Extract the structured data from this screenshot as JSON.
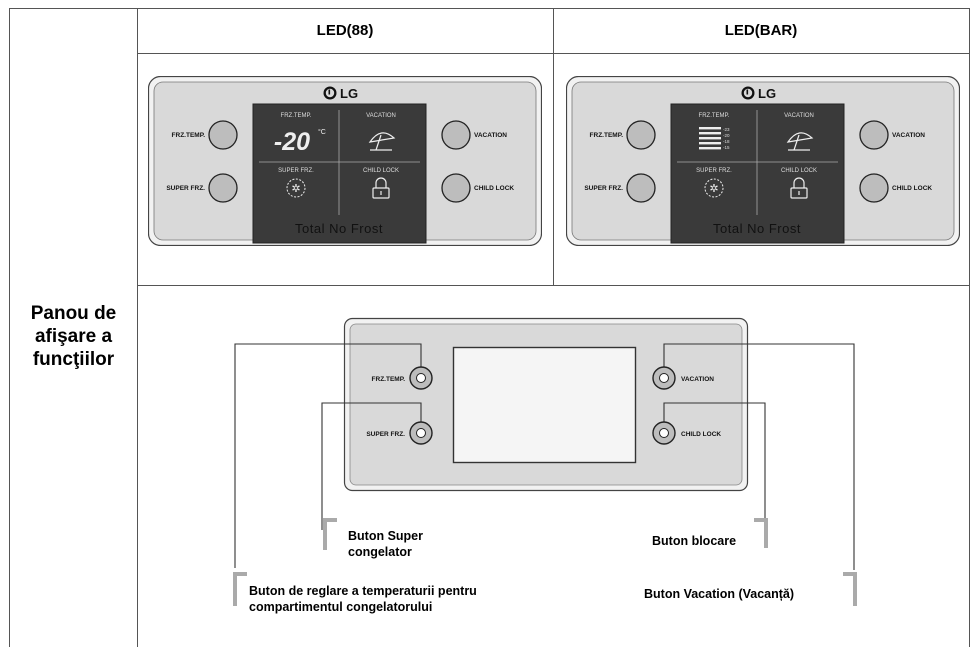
{
  "table": {
    "col_headers": [
      "LED(88)",
      "LED(BAR)"
    ],
    "row_label": [
      "Panou de",
      "afişare a",
      "funcţiilor"
    ]
  },
  "panel": {
    "brand": "LG",
    "buttons": {
      "frz_temp": "FRZ.TEMP.",
      "super_frz": "SUPER FRZ.",
      "vacation": "VACATION",
      "child_lock": "CHILD LOCK"
    },
    "display_cells": {
      "frz_temp": "FRZ.TEMP.",
      "vacation": "VACATION",
      "super_frz": "SUPER FRZ.",
      "child_lock": "CHILD LOCK"
    },
    "temp_digits": "-20",
    "temp_unit": "°C",
    "bar_levels": [
      "-23",
      "-20",
      "-18",
      "-15"
    ],
    "footer": "Total No Frost"
  },
  "callouts": {
    "super_freezer": [
      "Buton Super",
      "congelator"
    ],
    "lock": "Buton blocare",
    "temp_adjust": [
      "Buton de reglare a temperaturii pentru",
      "compartimentul congelatorului"
    ],
    "vacation": "Buton Vacation (Vacanță)"
  }
}
